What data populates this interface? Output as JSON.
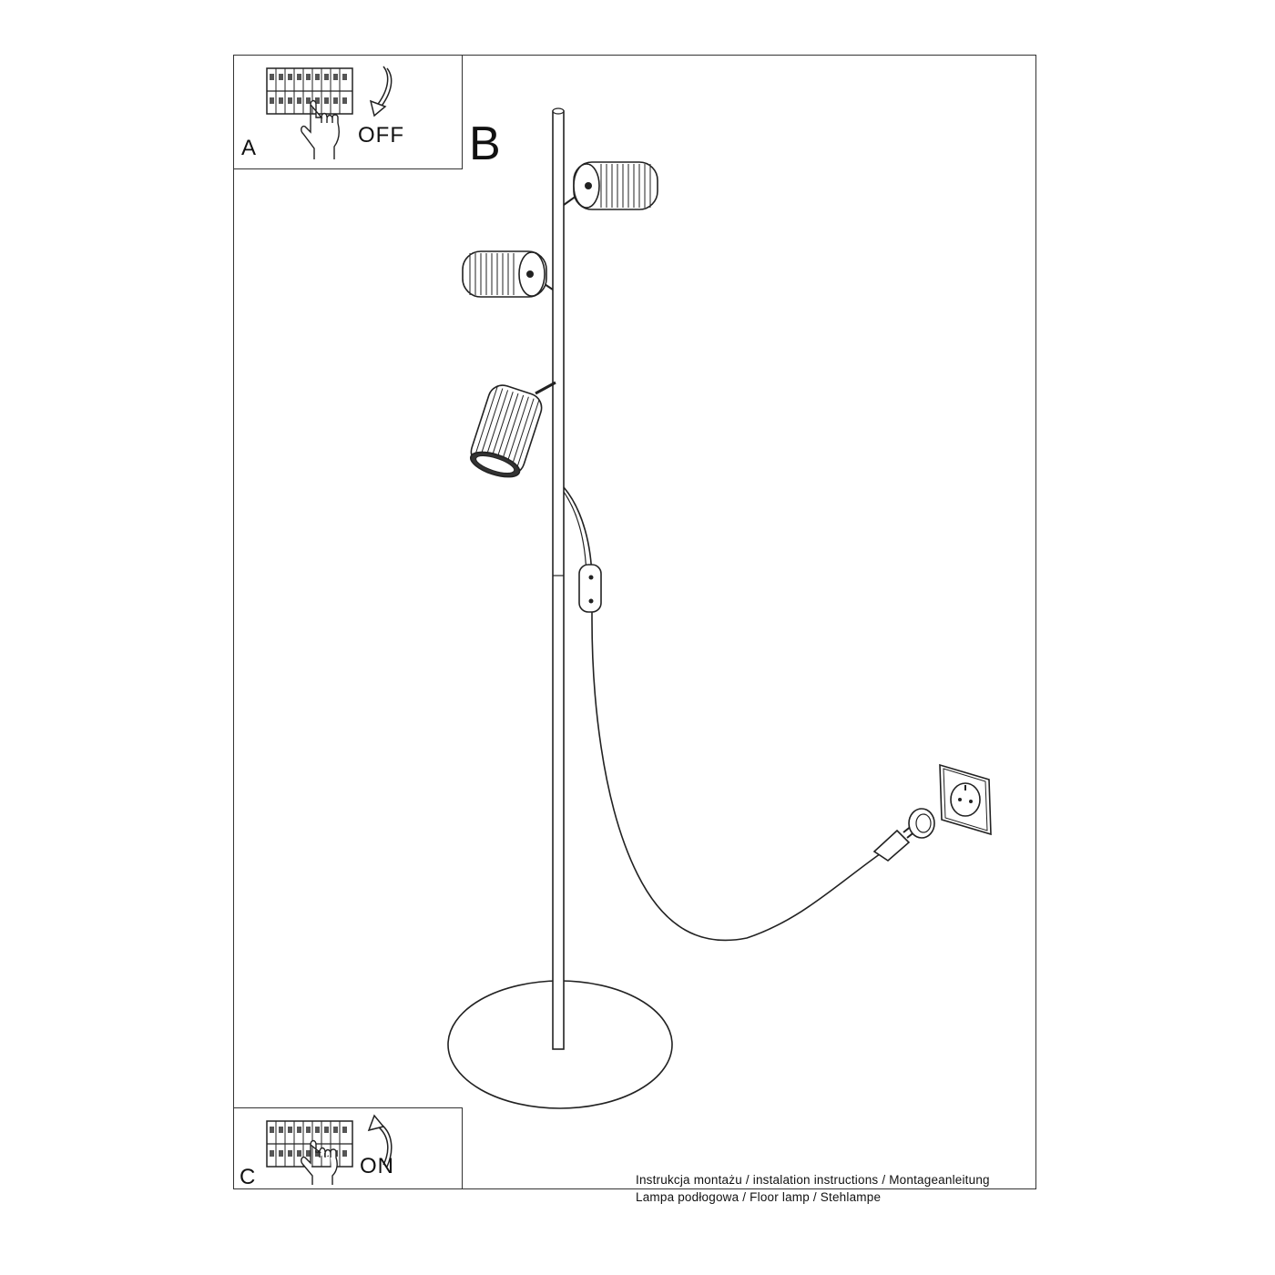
{
  "steps": {
    "a": {
      "letter": "A",
      "action": "OFF"
    },
    "b": {
      "letter": "B"
    },
    "c": {
      "letter": "C",
      "action": "ON"
    }
  },
  "footer": {
    "line1": "Instrukcja montażu / instalation instructions / Montageanleitung",
    "line2": "Lampa podłogowa / Floor lamp / Stehlampe"
  },
  "icons": [
    "circuit-breaker-icon",
    "hand-icon",
    "rotate-arrow-icon",
    "wall-socket-icon",
    "plug-icon"
  ]
}
